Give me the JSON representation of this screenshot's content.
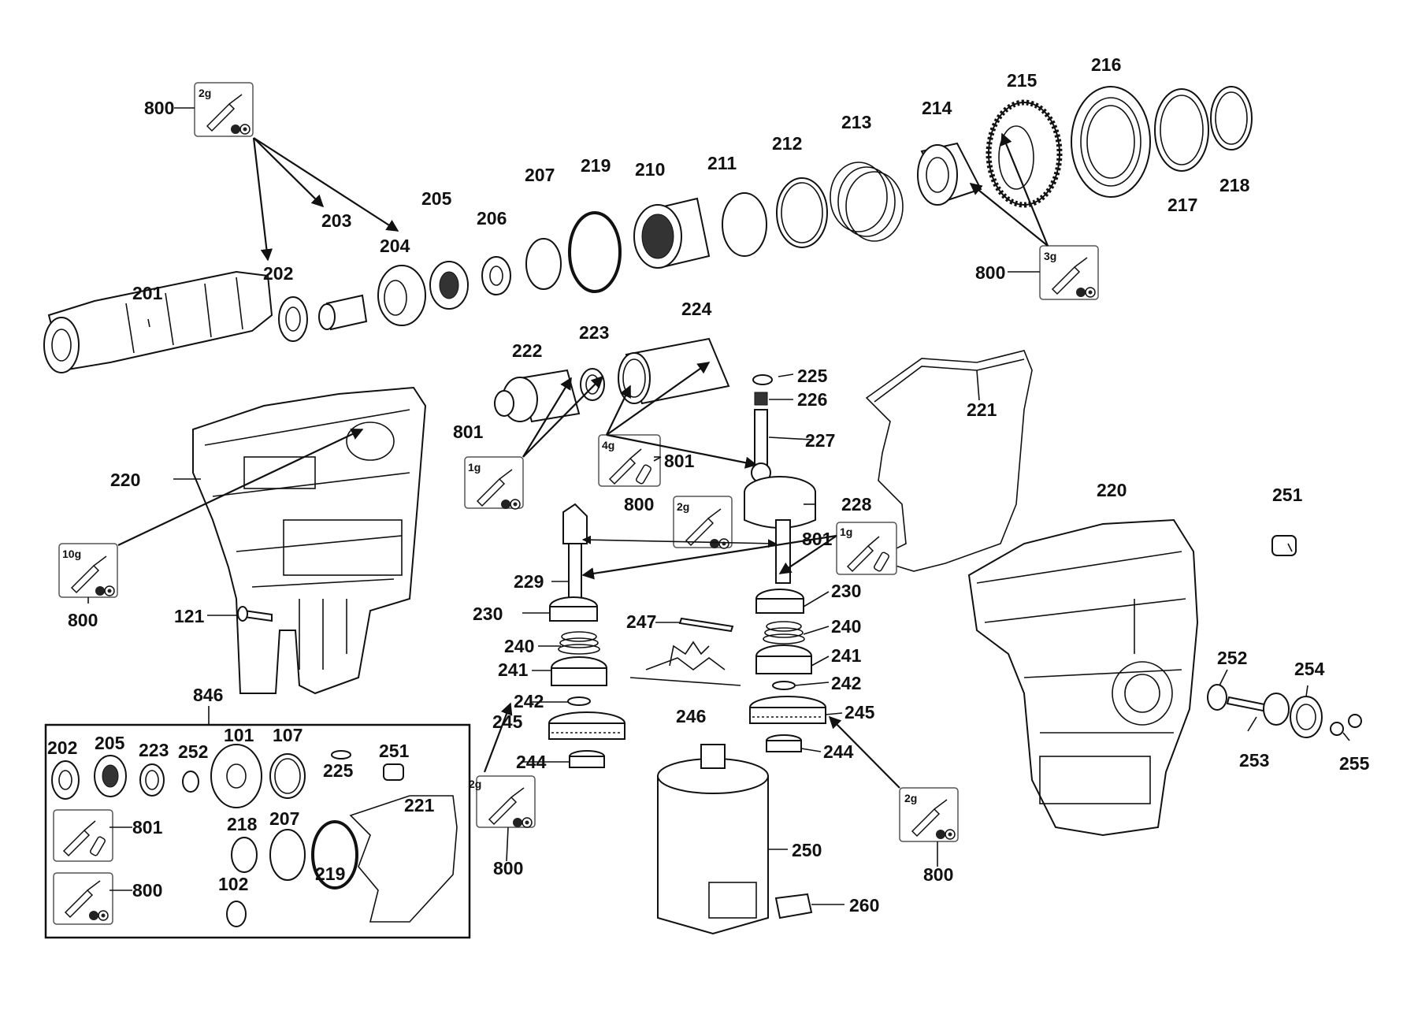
{
  "diagram": {
    "parts": {
      "p201": "201",
      "p202": "202",
      "p203": "203",
      "p204": "204",
      "p205": "205",
      "p206": "206",
      "p207": "207",
      "p219": "219",
      "p210": "210",
      "p211": "211",
      "p212": "212",
      "p213": "213",
      "p214": "214",
      "p215": "215",
      "p216": "216",
      "p217": "217",
      "p218": "218",
      "p220a": "220",
      "p220b": "220",
      "p221": "221",
      "p222": "222",
      "p223": "223",
      "p224": "224",
      "p225": "225",
      "p226": "226",
      "p227": "227",
      "p228": "228",
      "p229": "229",
      "p230a": "230",
      "p230b": "230",
      "p240a": "240",
      "p240b": "240",
      "p241a": "241",
      "p241b": "241",
      "p242a": "242",
      "p242b": "242",
      "p244a": "244",
      "p244b": "244",
      "p245a": "245",
      "p245b": "245",
      "p246": "246",
      "p247": "247",
      "p250": "250",
      "p251": "251",
      "p252": "252",
      "p253": "253",
      "p254": "254",
      "p255": "255",
      "p260": "260",
      "p121": "121"
    },
    "kits": {
      "k1": {
        "amount": "2g",
        "ref": "800"
      },
      "k2": {
        "amount": "3g",
        "ref": "800"
      },
      "k3": {
        "amount": "10g",
        "ref": "800"
      },
      "k4": {
        "amount": "1g",
        "ref": "801"
      },
      "k5": {
        "amount": "4g",
        "ref": "801"
      },
      "k6": {
        "amount": "2g",
        "ref": "800"
      },
      "k7": {
        "amount": "1g",
        "ref": "801"
      },
      "k8": {
        "amount": "2g",
        "ref": "800"
      },
      "k9": {
        "amount": "2g",
        "ref": "800"
      }
    },
    "set846": {
      "title": "846",
      "items": {
        "a": "202",
        "b": "205",
        "c": "223",
        "d": "252",
        "e": "101",
        "f": "107",
        "g": "225",
        "h": "251",
        "i": "221",
        "j": "801",
        "k": "218",
        "l": "207",
        "m": "219",
        "n": "800",
        "o": "102"
      }
    }
  }
}
